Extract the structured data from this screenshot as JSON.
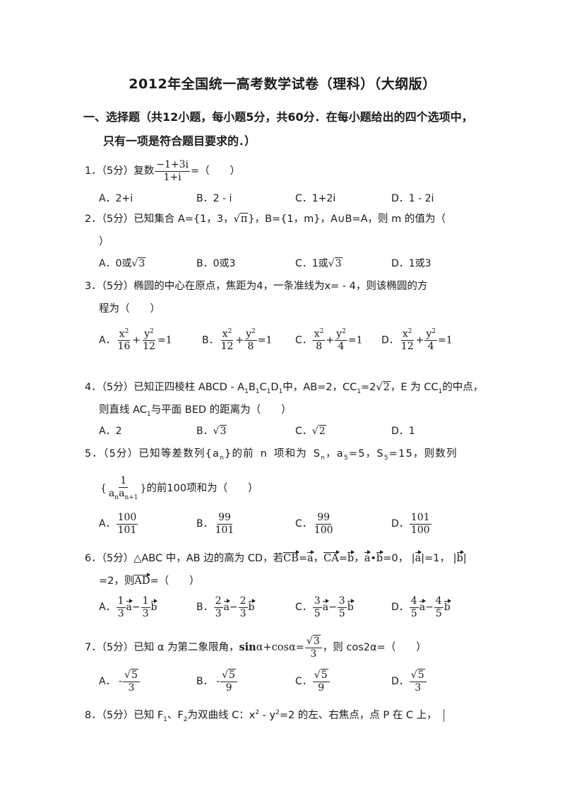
{
  "title": "2012年全国统一高考数学试卷（理科）（大纲版）",
  "section": {
    "line1": "一、选择题（共12小题，每小题5分，共60分．在每小题给出的四个选项中，",
    "line2": "只有一项是符合题目要求的．）"
  },
  "questions": [
    {
      "num": "1．",
      "score": "（5分）",
      "stem_prefix": "复数",
      "frac_num": "−1+3i",
      "frac_den": "1+i",
      "stem_suffix": "=（　　）",
      "options": [
        "A．2+i",
        "B．2 - i",
        "C．1+2i",
        "D．1 - 2i"
      ]
    },
    {
      "num": "2．",
      "score": "（5分）",
      "stem_a": "已知集合 A={1，3，",
      "sqrt_rad": "π",
      "stem_b": "}，B={1，m}，A∪B=A，则 m 的值为（",
      "stem_line2": "）",
      "options": [
        {
          "label": "A．0或",
          "rad": "3"
        },
        {
          "label": "B．0或3",
          "rad": ""
        },
        {
          "label": "C．1或",
          "rad": "3"
        },
        {
          "label": "D．1或3",
          "rad": ""
        }
      ]
    },
    {
      "num": "3．",
      "score": "（5分）",
      "stem": "椭圆的中心在原点，焦距为4，一条准线为x= - 4，则该椭圆的方",
      "stem_line2": "程为（　　）",
      "options": [
        {
          "label": "A．",
          "d1": "16",
          "d2": "12"
        },
        {
          "label": "B．",
          "d1": "12",
          "d2": "8"
        },
        {
          "label": "C．",
          "d1": "8",
          "d2": "4"
        },
        {
          "label": "D．",
          "d1": "12",
          "d2": "4"
        }
      ],
      "x2": "x",
      "y2": "y",
      "exp": "2",
      "eq1": "=1"
    },
    {
      "num": "4．",
      "score": "（5分）",
      "stem_a": "已知正四棱柱 ABCD - A",
      "stem_b": "B",
      "stem_c": "C",
      "stem_d": "D",
      "stem_e": "中，AB=2，CC",
      "stem_f": "=2",
      "sqrt_rad": "2",
      "stem_g": "，E 为 CC",
      "stem_h": "的中点，",
      "sub1": "1",
      "stem_line2_a": "则直线 AC",
      "stem_line2_b": "与平面 BED 的距离为（　　）",
      "options": [
        {
          "label": "A．2",
          "rad": ""
        },
        {
          "label": "B．",
          "rad": "3"
        },
        {
          "label": "C．",
          "rad": "2"
        },
        {
          "label": "D．1",
          "rad": ""
        }
      ]
    },
    {
      "num": "5．",
      "score": "（5分）",
      "stem_a": "已知等差数列{a",
      "stem_b": "}的前 n 项和为 S",
      "stem_c": "，a",
      "stem_d": "=5，S",
      "stem_e": "=15，则数列",
      "sub_n": "n",
      "sub_5": "5",
      "line2_open": "{",
      "line2_num": "1",
      "line2_den_a": "a",
      "line2_den_b": "a",
      "line2_sub_n": "n",
      "line2_sub_n1": "n+1",
      "line2_close": "}",
      "line2_suffix": "的前100项和为（　　）",
      "options": [
        {
          "label": "A．",
          "num": "100",
          "den": "101"
        },
        {
          "label": "B．",
          "num": "99",
          "den": "101"
        },
        {
          "label": "C．",
          "num": "99",
          "den": "100"
        },
        {
          "label": "D．",
          "num": "101",
          "den": "100"
        }
      ]
    },
    {
      "num": "6．",
      "score": "（5分）",
      "stem_a": "△ABC 中，AB 边的高为 CD，若",
      "vec_cb": "CB",
      "eq": "=",
      "vec_a": "a",
      "vec_ca": "CA",
      "vec_b": "b",
      "sep": "，",
      "dot": "•",
      "dot_eq": "=0，",
      "abs_a_eq": "=1，",
      "stem_line2_a": "=2，则",
      "vec_ad": "AD",
      "stem_line2_b": "=（　　）",
      "options": [
        {
          "label": "A．",
          "n": "1",
          "d": "3"
        },
        {
          "label": "B．",
          "n": "2",
          "d": "3"
        },
        {
          "label": "C．",
          "n": "3",
          "d": "5"
        },
        {
          "label": "D．",
          "n": "4",
          "d": "5"
        }
      ],
      "minus": "−"
    },
    {
      "num": "7．",
      "score": "（5分）",
      "stem_a": "已知 α 为第二象限角，",
      "sin": "sin",
      "alpha": "α",
      "plus_cos": "+cos",
      "eq": "=",
      "rhs_rad": "3",
      "rhs_den": "3",
      "stem_b": "，则 cos2α=（　　）",
      "options": [
        {
          "label": "A．",
          "sign": "-",
          "rad": "5",
          "den": "3"
        },
        {
          "label": "B．",
          "sign": "-",
          "rad": "5",
          "den": "9"
        },
        {
          "label": "C．",
          "sign": "",
          "rad": "5",
          "den": "9"
        },
        {
          "label": "D．",
          "sign": "",
          "rad": "5",
          "den": "3"
        }
      ]
    },
    {
      "num": "8．",
      "score": "（5分）",
      "stem_a": "已知 F",
      "sub1": "1",
      "stem_b": "、F",
      "sub2": "2",
      "stem_c": "为双曲线 C：x",
      "sup2": "2",
      "stem_d": " - y",
      "stem_e": "=2 的左、右焦点，点 P 在 C 上，"
    }
  ]
}
